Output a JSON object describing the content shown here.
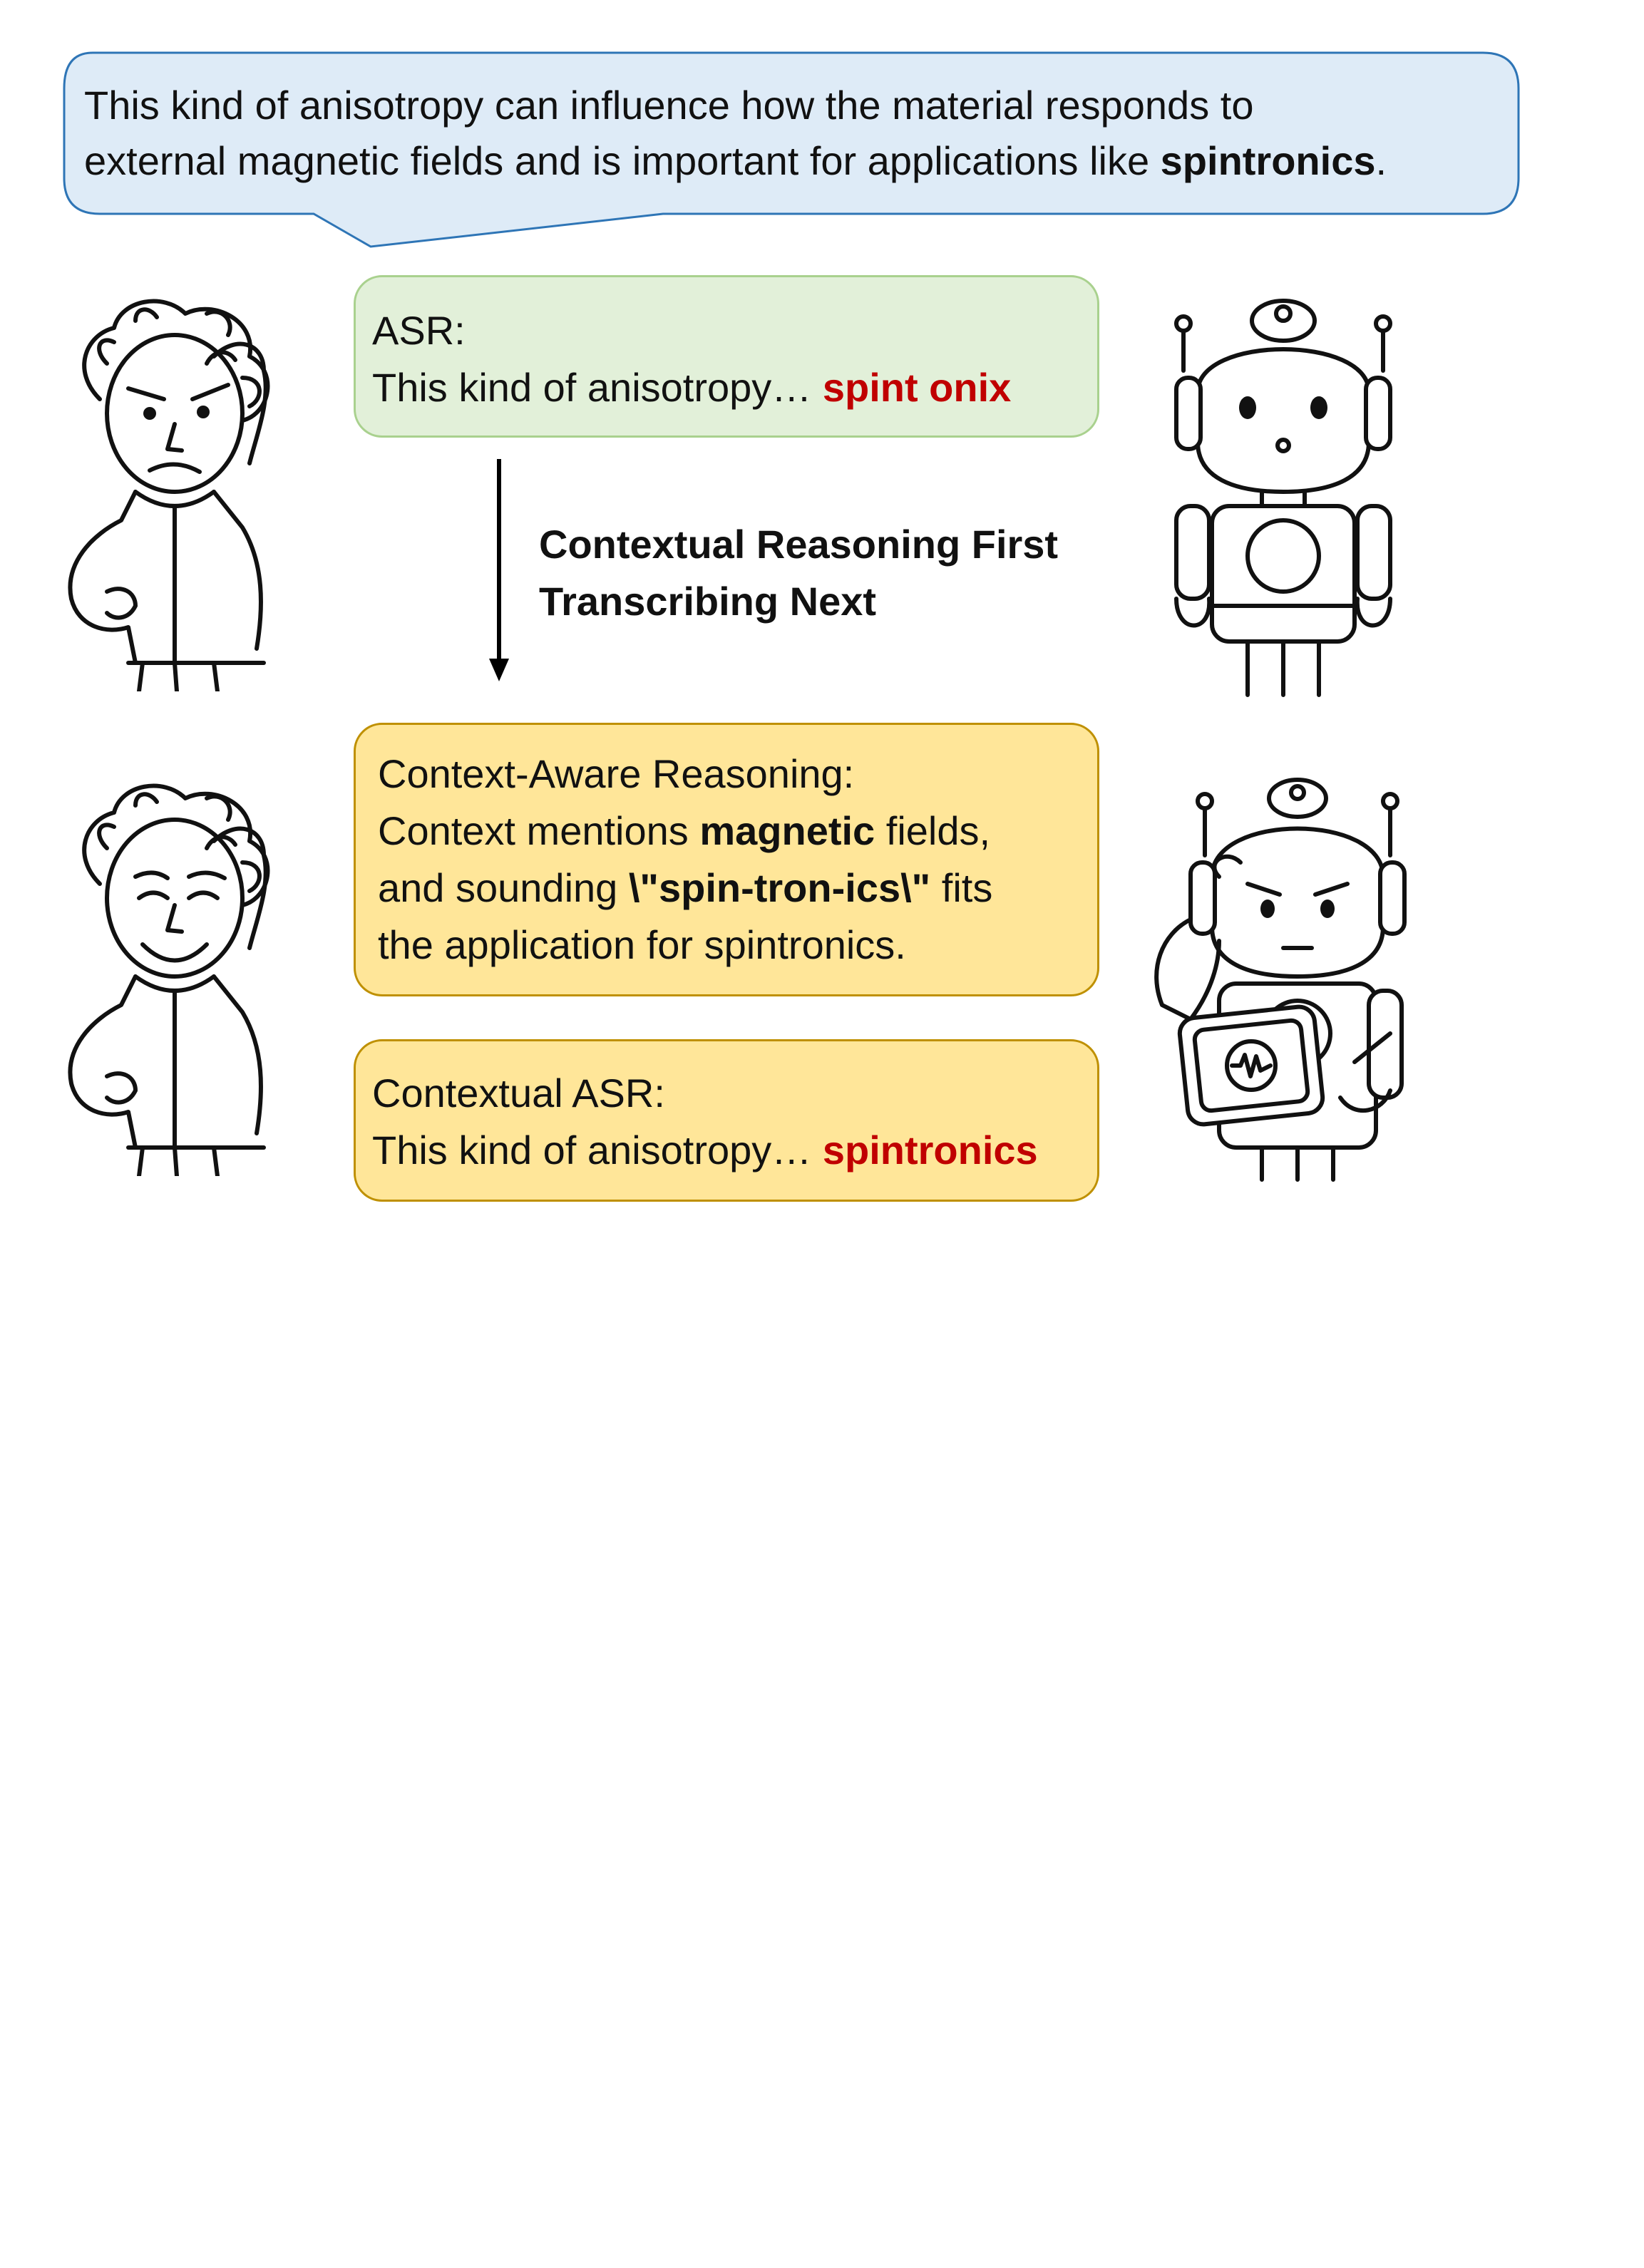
{
  "speech_bubble": {
    "line1": "This kind of anisotropy can influence how the material responds to",
    "line2_prefix": "external magnetic fields and is important for applications like ",
    "line2_bold": "spintronics",
    "line2_suffix": "."
  },
  "asr_box": {
    "title": "ASR:",
    "text_prefix": "This kind of anisotropy… ",
    "text_error": "spint onix"
  },
  "arrow_label": {
    "line1": "Contextual Reasoning First",
    "line2": "Transcribing Next"
  },
  "reasoning_box": {
    "title": "Context-Aware Reasoning:",
    "line1_prefix": "Context mentions ",
    "line1_bold": "magnetic",
    "line1_suffix": " fields,",
    "line2_prefix": "and sounding ",
    "line2_bold": "\\\"spin-tron-ics\\\"",
    "line2_suffix": " fits",
    "line3": "the application for spintronics."
  },
  "contextual_asr_box": {
    "title": "Contextual ASR:",
    "text_prefix": "This kind of anisotropy… ",
    "text_correct": "spintronics"
  },
  "colors": {
    "bubble_fill": "#deebf7",
    "bubble_border": "#2e75b6",
    "asr_fill": "#e2f0d9",
    "asr_border": "#a9d18e",
    "reasoning_fill": "#ffe699",
    "reasoning_border": "#bf9000",
    "highlight_red": "#c00000"
  },
  "icons": [
    "confused-scientist-icon",
    "robot-icon",
    "happy-scientist-icon",
    "thinking-robot-icon",
    "down-arrow-icon"
  ]
}
